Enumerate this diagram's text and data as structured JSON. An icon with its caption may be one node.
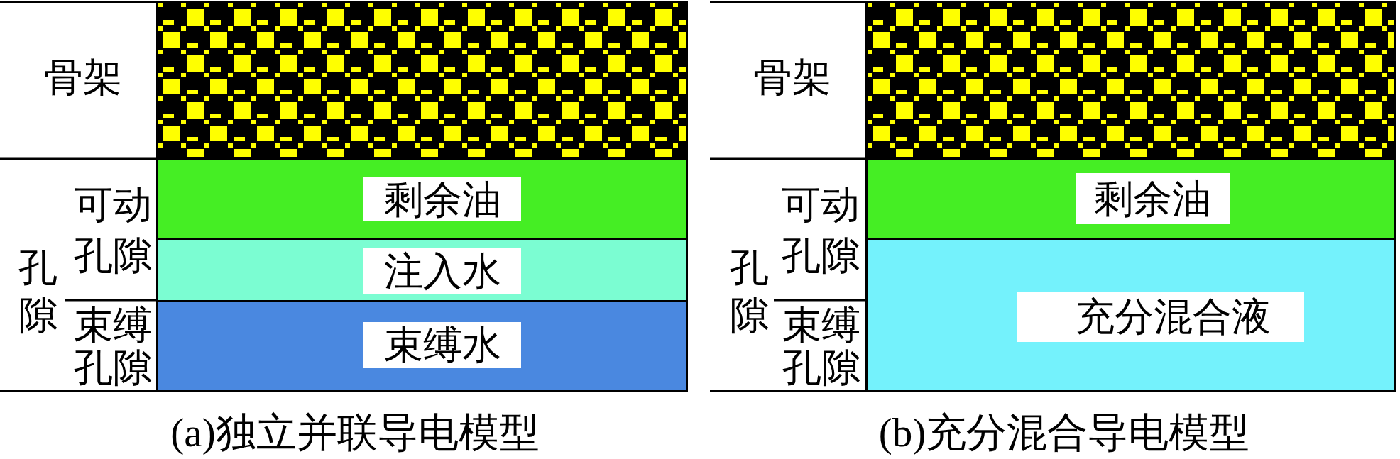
{
  "diagram": {
    "nodes": [
      {
        "text": [],
        "shape": "box"
      },
      {
        "text": [
          "剩余油"
        ]
      },
      {
        "text": [
          "注入水"
        ]
      },
      {
        "text": [
          "束缚水"
        ]
      },
      {
        "text": [],
        "shape": "box"
      },
      {
        "text": [
          "剩余油"
        ]
      },
      {
        "text": [
          "充分混合液"
        ]
      }
    ],
    "labels": [
      "骨架",
      "可动孔隙",
      "孔隙",
      "束缚孔隙",
      "(a)独立并联导电模型",
      "骨架",
      "可动孔隙",
      "孔隙",
      "束缚孔隙",
      "(b)充分混合导电模型"
    ]
  }
}
